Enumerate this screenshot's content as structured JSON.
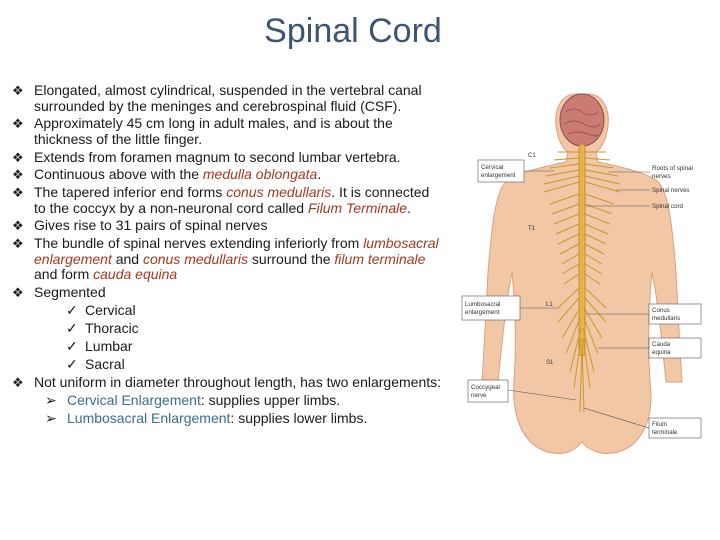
{
  "title": "Spinal Cord",
  "bullets": [
    {
      "parts": [
        "Elongated, almost cylindrical, suspended in the vertebral canal surrounded by the meninges and cerebrospinal fluid (CSF)."
      ]
    },
    {
      "parts": [
        "Approximately 45 cm long in adult males, and is about the thickness of the little finger."
      ]
    },
    {
      "parts": [
        "Extends from foramen magnum to second lumbar vertebra."
      ]
    },
    {
      "parts": [
        "Continuous above with the ",
        "medulla oblongata",
        "."
      ]
    },
    {
      "parts": [
        "The tapered inferior end forms ",
        "conus medullaris",
        ". It is connected to the coccyx by a non-neuronal cord  called ",
        "Filum Terminale",
        "."
      ]
    },
    {
      "parts": [
        "Gives rise to 31 pairs of spinal nerves"
      ]
    },
    {
      "parts": [
        "The bundle of spinal nerves extending inferiorly from ",
        "lumbosacral enlargement",
        " and ",
        "conus medullaris",
        " surround the ",
        "filum terminale",
        " and form ",
        "cauda equina"
      ]
    },
    {
      "text": "Segmented",
      "segments": [
        "Cervical",
        "Thoracic",
        "Lumbar",
        "Sacral"
      ]
    },
    {
      "text": "Not uniform in diameter throughout length, has two enlargements:",
      "enlargements": [
        {
          "term": "Cervical Enlargement",
          "desc": ": supplies upper limbs."
        },
        {
          "term": "Lumbosacral Enlargement",
          "desc": ": supplies lower limbs."
        }
      ]
    }
  ],
  "figure": {
    "left_labels": [
      "Cervical enlargement",
      "Lumbosacral enlargement",
      "Coccygeal nerve"
    ],
    "right_labels": [
      "Roots of spinal nerves",
      "Spinal nerves",
      "Spinal cord",
      "Conus medullaris",
      "Cauda equina",
      "Filum terminale"
    ],
    "levels": [
      "C1",
      "T1",
      "L1",
      "S1"
    ]
  }
}
